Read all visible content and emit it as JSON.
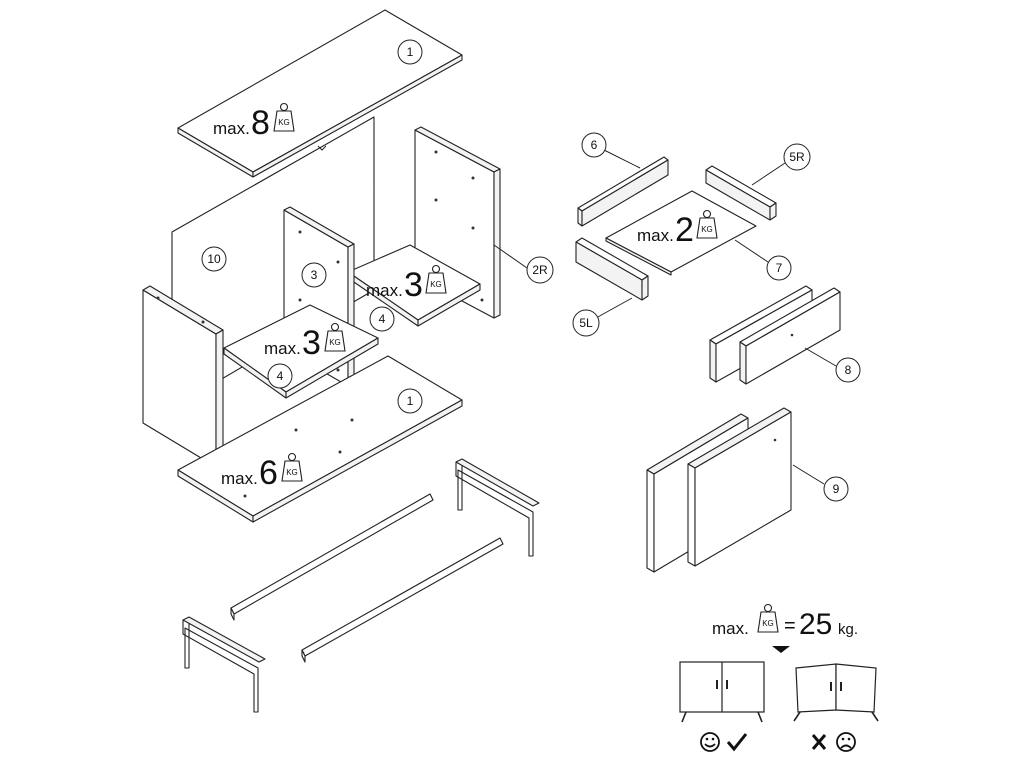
{
  "callouts": {
    "top_panel": "1",
    "bottom_panel": "1",
    "right_side": "2R",
    "divider": "3",
    "shelf_right": "4",
    "shelf_left": "4",
    "drawer_side_left": "5L",
    "drawer_side_right": "5R",
    "drawer_back": "6",
    "drawer_bottom": "7",
    "drawer_fronts": "8",
    "doors": "9",
    "back_panel": "10"
  },
  "load_labels": {
    "top": {
      "prefix": "max.",
      "value": "8"
    },
    "shelf_right": {
      "prefix": "max.",
      "value": "3"
    },
    "shelf_left": {
      "prefix": "max.",
      "value": "3"
    },
    "bottom": {
      "prefix": "max.",
      "value": "6"
    },
    "drawer": {
      "prefix": "max.",
      "value": "2"
    },
    "weight_icon_text": "KG"
  },
  "total_load": {
    "prefix": "max.",
    "equals": "=",
    "value": "25",
    "unit": "kg."
  },
  "icons": {
    "weight": "weight-kg-icon",
    "good": "smiley-check-icon",
    "bad": "cross-frowny-icon",
    "arrow": "down-triangle-icon"
  }
}
